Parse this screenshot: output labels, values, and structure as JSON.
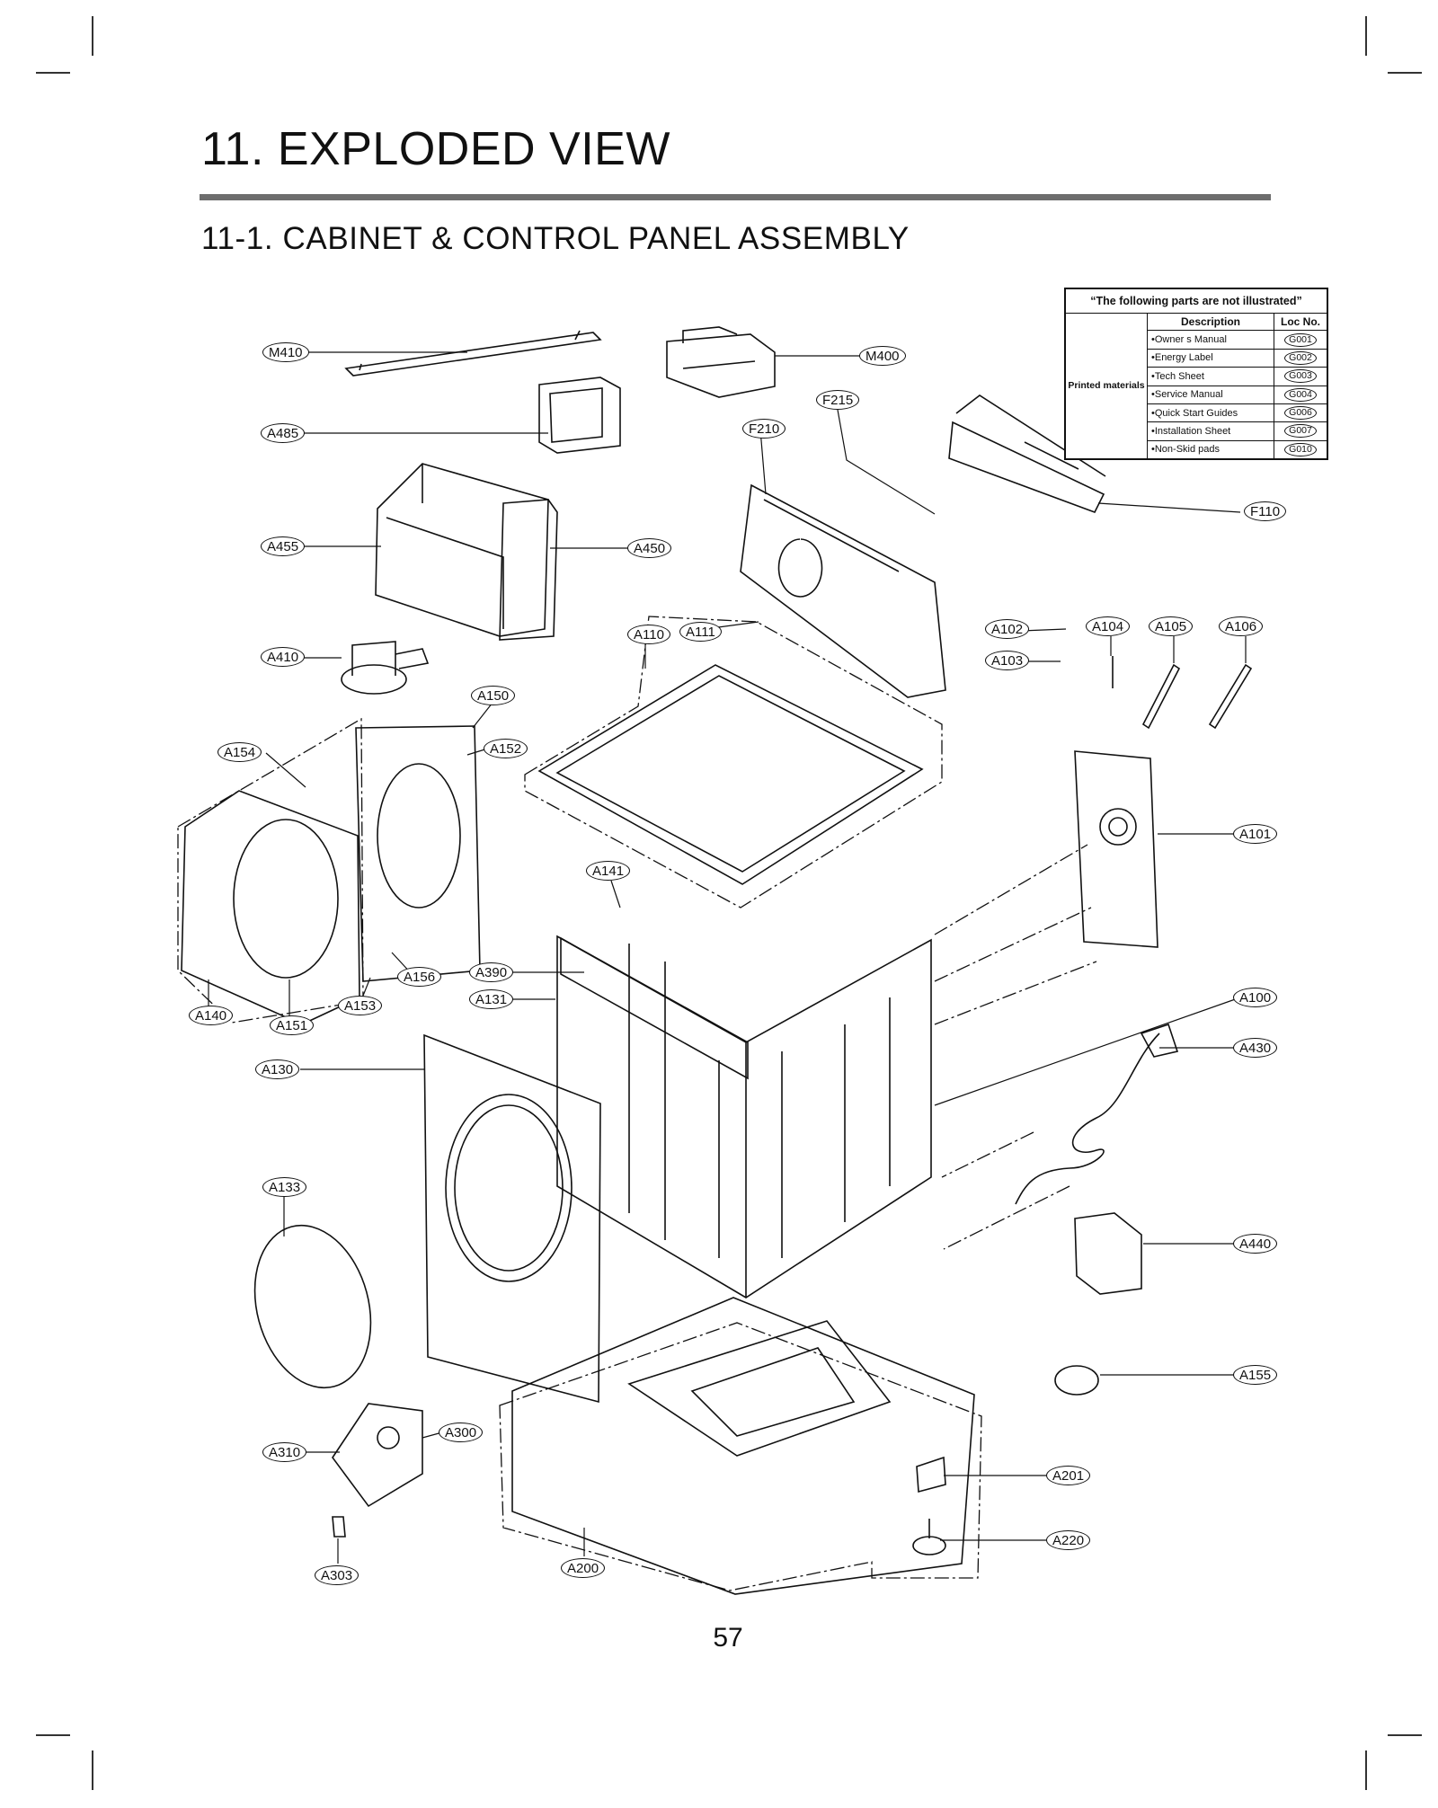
{
  "header": {
    "title": "11. EXPLODED VIEW",
    "subtitle": "11-1. CABINET & CONTROL PANEL ASSEMBLY"
  },
  "not_illustrated": {
    "heading": "“The following parts are not illustrated”",
    "category": "Printed materials",
    "col_description": "Description",
    "col_loc": "Loc No.",
    "rows": [
      {
        "desc": "•Owner s Manual",
        "loc": "G001"
      },
      {
        "desc": "•Energy Label",
        "loc": "G002"
      },
      {
        "desc": "•Tech Sheet",
        "loc": "G003"
      },
      {
        "desc": "•Service Manual",
        "loc": "G004"
      },
      {
        "desc": "•Quick Start Guides",
        "loc": "G006"
      },
      {
        "desc": "•Installation Sheet",
        "loc": "G007"
      },
      {
        "desc": "•Non-Skid   pads",
        "loc": "G010"
      }
    ]
  },
  "callouts": {
    "M410": "M410",
    "M400": "M400",
    "A485": "A485",
    "F215": "F215",
    "F210": "F210",
    "F110": "F110",
    "A455": "A455",
    "A450": "A450",
    "A110": "A110",
    "A111": "A111",
    "A102": "A102",
    "A103": "A103",
    "A104": "A104",
    "A105": "A105",
    "A106": "A106",
    "A410": "A410",
    "A150": "A150",
    "A154": "A154",
    "A152": "A152",
    "A101": "A101",
    "A141": "A141",
    "A390": "A390",
    "A131": "A131",
    "A156": "A156",
    "A153": "A153",
    "A140": "A140",
    "A151": "A151",
    "A100": "A100",
    "A430": "A430",
    "A130": "A130",
    "A133": "A133",
    "A440": "A440",
    "A155": "A155",
    "A300": "A300",
    "A310": "A310",
    "A201": "A201",
    "A220": "A220",
    "A303": "A303",
    "A200": "A200"
  },
  "page_number": "57"
}
